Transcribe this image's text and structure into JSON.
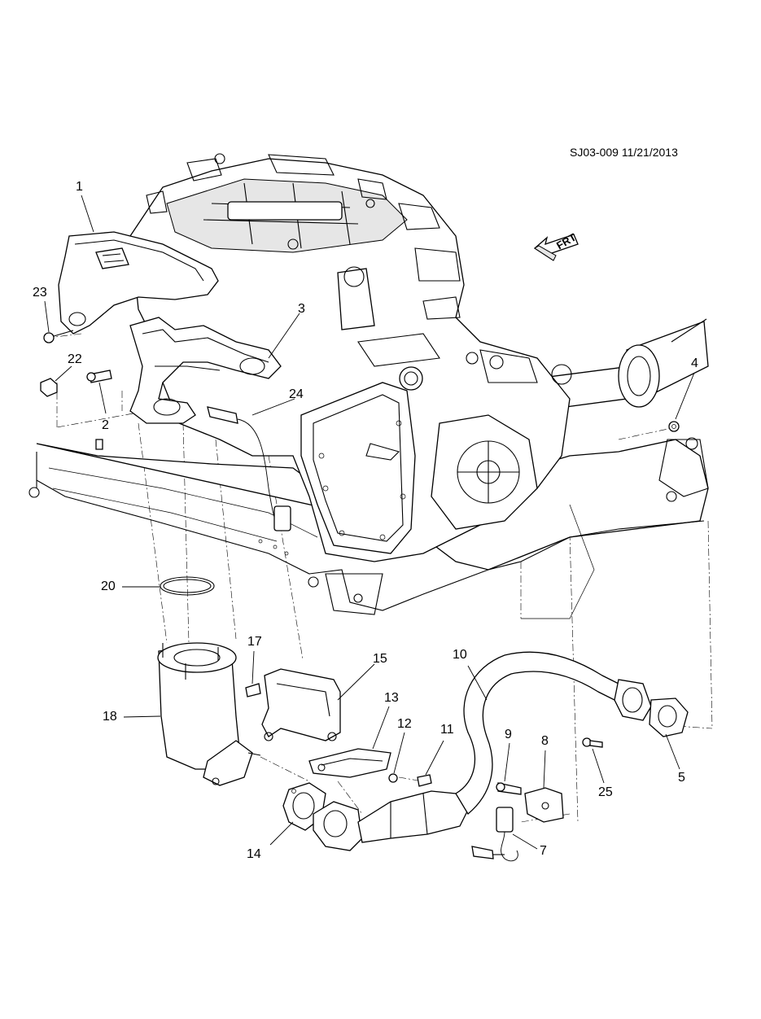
{
  "diagram": {
    "stamp": "SJ03-009 11/21/2013",
    "direction_label": "FRT",
    "callouts": [
      {
        "id": "1",
        "label": "1"
      },
      {
        "id": "2",
        "label": "2"
      },
      {
        "id": "3",
        "label": "3"
      },
      {
        "id": "4",
        "label": "4"
      },
      {
        "id": "5",
        "label": "5"
      },
      {
        "id": "7",
        "label": "7"
      },
      {
        "id": "8",
        "label": "8"
      },
      {
        "id": "9",
        "label": "9"
      },
      {
        "id": "10",
        "label": "10"
      },
      {
        "id": "11",
        "label": "11"
      },
      {
        "id": "12",
        "label": "12"
      },
      {
        "id": "13",
        "label": "13"
      },
      {
        "id": "14",
        "label": "14"
      },
      {
        "id": "15",
        "label": "15"
      },
      {
        "id": "17",
        "label": "17"
      },
      {
        "id": "18",
        "label": "18"
      },
      {
        "id": "20",
        "label": "20"
      },
      {
        "id": "22",
        "label": "22"
      },
      {
        "id": "23",
        "label": "23"
      },
      {
        "id": "24",
        "label": "24"
      },
      {
        "id": "25",
        "label": "25"
      }
    ]
  }
}
